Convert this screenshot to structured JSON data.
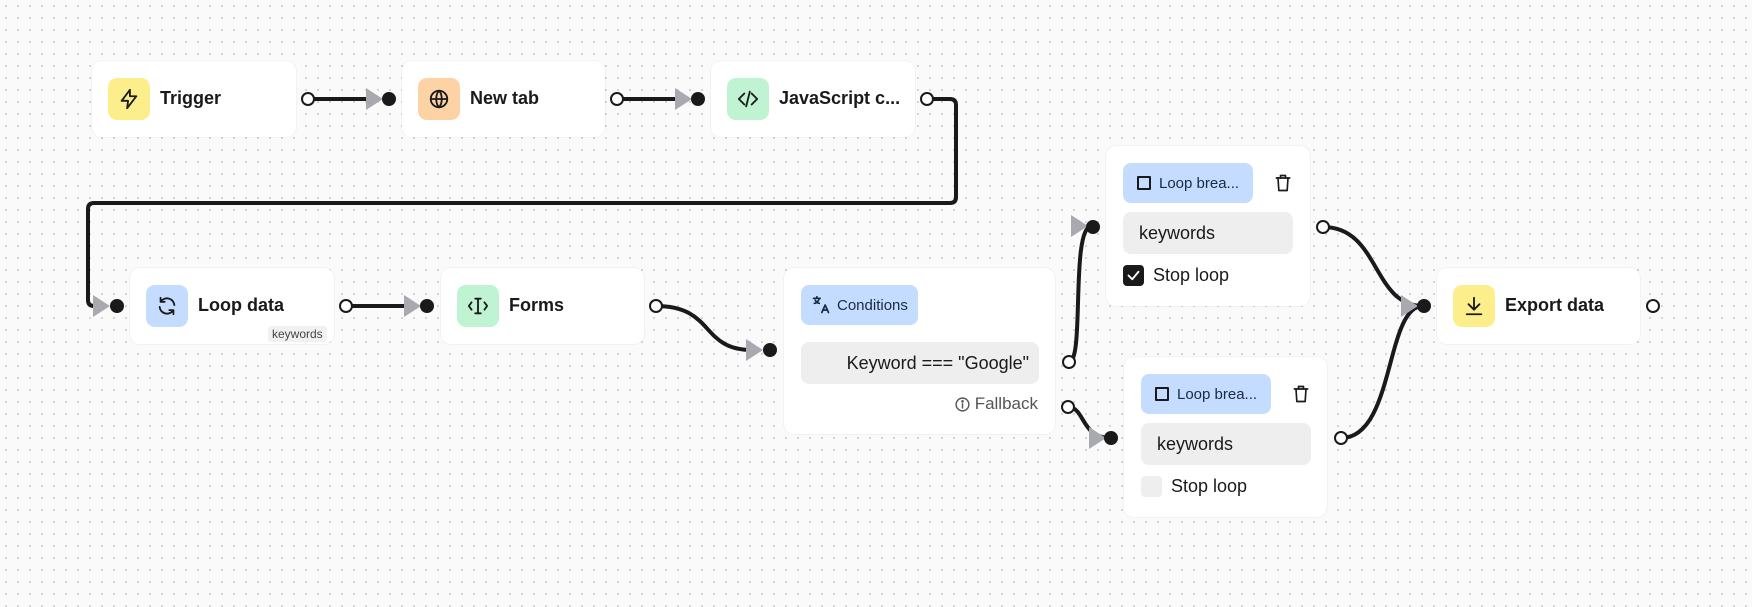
{
  "nodes": {
    "trigger": {
      "label": "Trigger",
      "icon": "lightning-icon",
      "icon_bg": "#fdee8c"
    },
    "new_tab": {
      "label": "New tab",
      "icon": "globe-icon",
      "icon_bg": "#fdd3a6"
    },
    "javascript": {
      "label": "JavaScript c...",
      "icon": "code-icon",
      "icon_bg": "#bff3d2"
    },
    "loop_data": {
      "label": "Loop data",
      "icon": "refresh-icon",
      "icon_bg": "#c3dcff",
      "tag": "keywords"
    },
    "forms": {
      "label": "Forms",
      "icon": "text-cursor-icon",
      "icon_bg": "#bff3d2"
    },
    "conditions": {
      "label": "Conditions",
      "icon": "translate-icon",
      "condition": "Keyword === \"Google\"",
      "fallback": "Fallback"
    },
    "loop_break_1": {
      "label": "Loop brea...",
      "field": "keywords",
      "checkbox_label": "Stop loop",
      "checked": true
    },
    "loop_break_2": {
      "label": "Loop brea...",
      "field": "keywords",
      "checkbox_label": "Stop loop",
      "checked": false
    },
    "export_data": {
      "label": "Export data",
      "icon": "download-icon",
      "icon_bg": "#fdee8c"
    }
  },
  "colors": {
    "edge": "#1a1a1a",
    "arrow": "#a9a9b0",
    "chip": "#c3dcff",
    "field": "#eeeeee"
  }
}
